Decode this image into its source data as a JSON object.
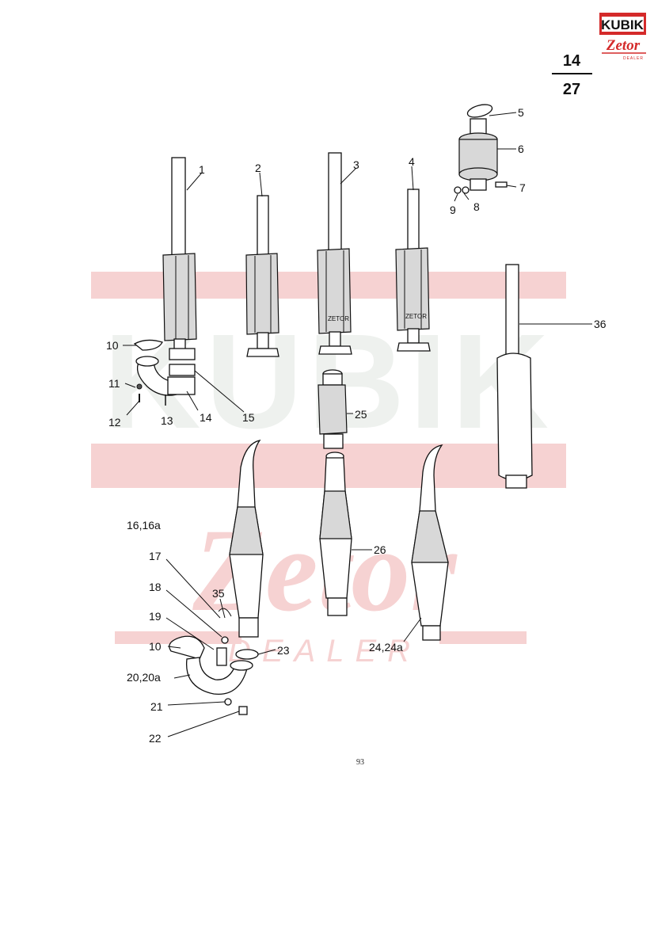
{
  "page_ref": {
    "top": "14",
    "bottom": "27"
  },
  "logo": {
    "brand": "KUBIK",
    "sub": "Zetor",
    "dealer": "DEALER"
  },
  "watermark": {
    "brand": "KUBIK",
    "sub": "Zetor",
    "dealer": "DEALER"
  },
  "page_number": "93",
  "labels": {
    "l1": "1",
    "l2": "2",
    "l3": "3",
    "l4": "4",
    "l5": "5",
    "l6": "6",
    "l7": "7",
    "l8": "8",
    "l9": "9",
    "l10a": "10",
    "l10b": "10",
    "l11": "11",
    "l12": "12",
    "l13": "13",
    "l14": "14",
    "l15": "15",
    "l16": "16,16a",
    "l17": "17",
    "l18": "18",
    "l19": "19",
    "l20": "20,20a",
    "l21": "21",
    "l22": "22",
    "l23": "23",
    "l24": "24,24a",
    "l25": "25",
    "l26": "26",
    "l35": "35",
    "l36": "36"
  },
  "colors": {
    "brand_red": "#d42a2a",
    "watermark_red": "#f6d2d2",
    "watermark_gray": "#eef1ee"
  }
}
